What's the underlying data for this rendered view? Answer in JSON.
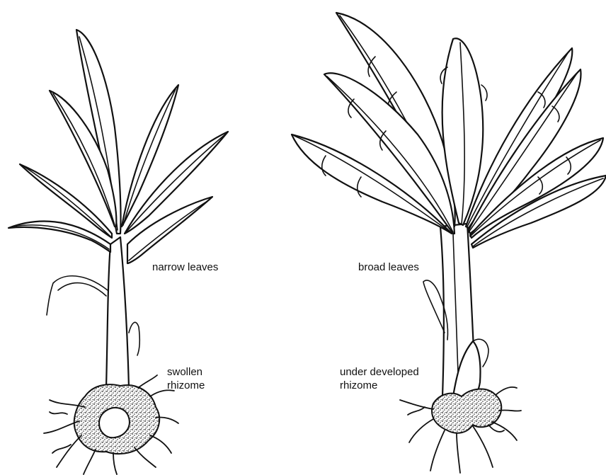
{
  "labels": {
    "narrow_leaves": "narrow leaves",
    "swollen_rhizome": "swollen\nrhizome",
    "broad_leaves": "broad leaves",
    "under_developed_rhizome": "under developed\nrhizome"
  },
  "colors": {
    "ink": "#111111",
    "background": "#ffffff"
  }
}
